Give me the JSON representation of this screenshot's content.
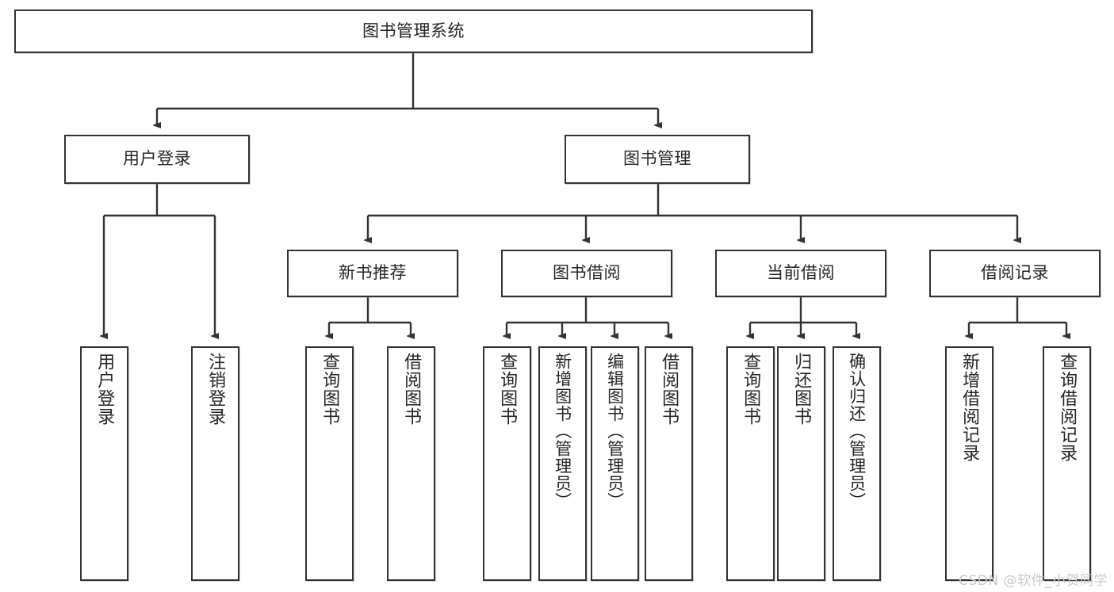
{
  "diagram": {
    "title": "图书管理系统",
    "type": "tree-hierarchy-diagram",
    "watermark": "CSDN @软件_小贺同学",
    "colors": {
      "box_border": "#333333",
      "box_fill": "#ffffff",
      "connector": "#333333",
      "text": "#262626",
      "watermark": "#c9c9c9"
    },
    "levels": {
      "root": "图书管理系统",
      "level1": [
        "用户登录",
        "图书管理"
      ],
      "level2": [
        "新书推荐",
        "图书借阅",
        "当前借阅",
        "借阅记录"
      ],
      "level3_groups": [
        {
          "parent": "用户登录",
          "children": [
            "用户登录",
            "注销登录"
          ]
        },
        {
          "parent": "新书推荐",
          "children": [
            "查询图书",
            "借阅图书"
          ]
        },
        {
          "parent": "图书借阅",
          "children": [
            "查询图书",
            "新增图书（管理员）",
            "编辑图书（管理员）",
            "借阅图书"
          ]
        },
        {
          "parent": "当前借阅",
          "children": [
            "查询图书",
            "归还图书",
            "确认归还（管理员）"
          ]
        },
        {
          "parent": "借阅记录",
          "children": [
            "新增借阅记录",
            "查询借阅记录"
          ]
        }
      ]
    },
    "nodes": {
      "root": {
        "label": "图书管理系统"
      },
      "user_login": {
        "label": "用户登录"
      },
      "book_manage": {
        "label": "图书管理"
      },
      "new_book_rec": {
        "label": "新书推荐"
      },
      "book_borrow": {
        "label": "图书借阅"
      },
      "current_borrow": {
        "label": "当前借阅"
      },
      "borrow_record": {
        "label": "借阅记录"
      },
      "leaf_user_login": {
        "label": "用户登录"
      },
      "leaf_logout": {
        "label": "注销登录"
      },
      "leaf_query_book_1": {
        "label": "查询图书"
      },
      "leaf_borrow_book_1": {
        "label": "借阅图书"
      },
      "leaf_query_book_2": {
        "label": "查询图书"
      },
      "leaf_add_book": {
        "label": "新增图书（管理员）"
      },
      "leaf_edit_book": {
        "label": "编辑图书（管理员）"
      },
      "leaf_borrow_book_2": {
        "label": "借阅图书"
      },
      "leaf_query_book_3": {
        "label": "查询图书"
      },
      "leaf_return_book": {
        "label": "归还图书"
      },
      "leaf_confirm_return": {
        "label": "确认归还（管理员）"
      },
      "leaf_add_record": {
        "label": "新增借阅记录"
      },
      "leaf_query_record": {
        "label": "查询借阅记录"
      }
    }
  }
}
